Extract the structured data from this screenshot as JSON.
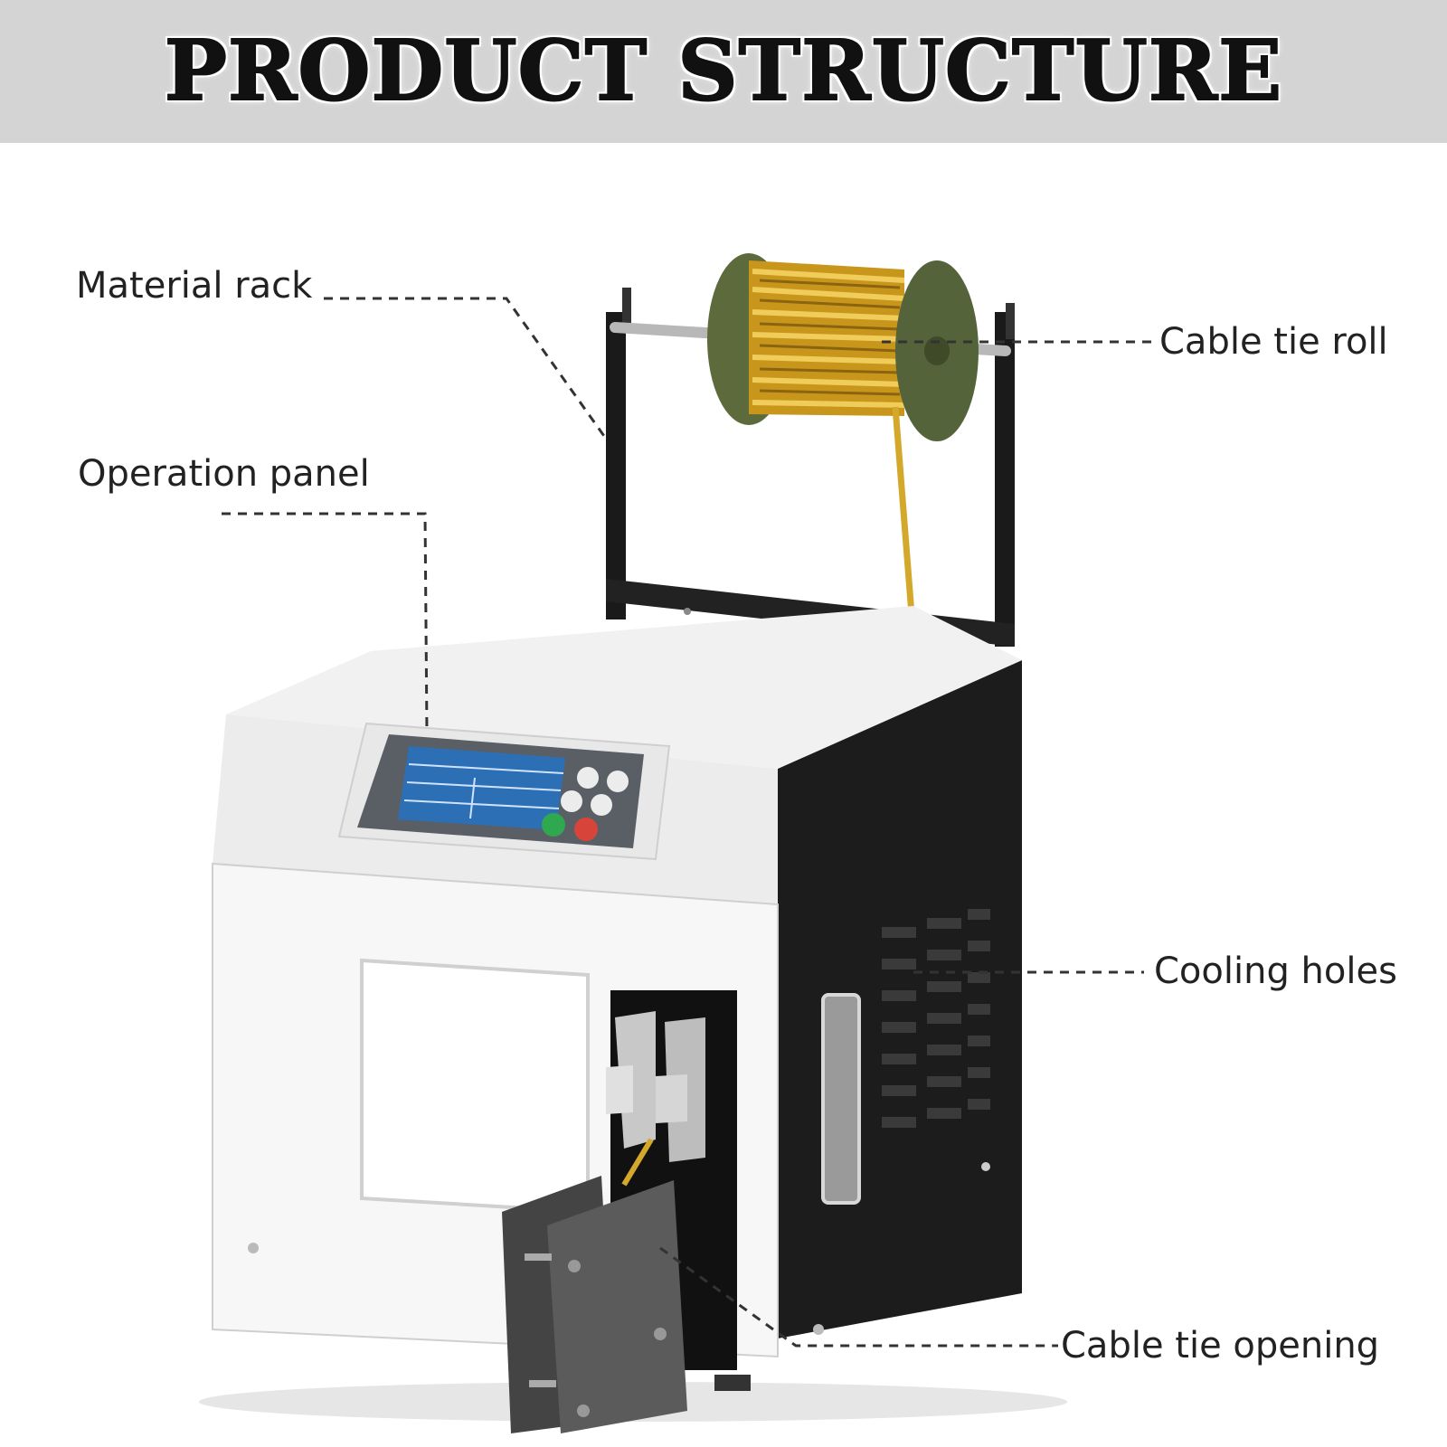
{
  "header": {
    "title": "PRODUCT STRUCTURE"
  },
  "callouts": {
    "material_rack": "Material rack",
    "operation_panel": "Operation panel",
    "cable_tie_roll": "Cable tie roll",
    "cooling_holes": "Cooling holes",
    "cable_tie_opening": "Cable tie opening"
  },
  "colors": {
    "header_band": "#d4d4d4",
    "machine_body": "#f4f4f4",
    "side_panel": "#1c1c1c",
    "spool_flange": "#5c6a3c",
    "cable_tie_gold": "#d4a82a",
    "start_button": "#2fa84f",
    "stop_button": "#d8443a"
  }
}
